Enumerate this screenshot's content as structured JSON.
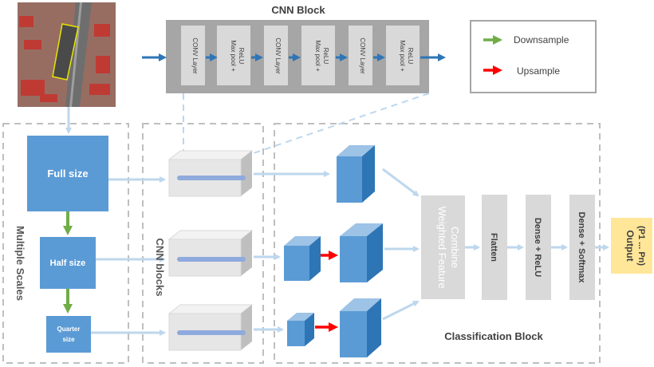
{
  "cnn_block": {
    "title": "CNN Block",
    "layers": [
      {
        "line1": "CONV Layer",
        "line2": ""
      },
      {
        "line1": "Max pool +",
        "line2": "ReLU"
      },
      {
        "line1": "CONV Layer",
        "line2": ""
      },
      {
        "line1": "Max pool +",
        "line2": "ReLU"
      },
      {
        "line1": "CONV Layer",
        "line2": ""
      },
      {
        "line1": "Max pool +",
        "line2": "ReLU"
      }
    ]
  },
  "legend": {
    "downsample": "Downsample",
    "upsample": "Upsample",
    "downsample_color": "#70ad47",
    "upsample_color": "#ff0000"
  },
  "scales": {
    "group_label": "Multiple Scales",
    "full": "Full size",
    "half": "Half size",
    "quarter_line1": "Quarter",
    "quarter_line2": "size"
  },
  "cnn_blocks_label": "CNN blocks",
  "classification": {
    "label": "Classification Block",
    "weighted_line1": "Weighted Feature",
    "weighted_line2": "Combine",
    "flatten": "Flatten",
    "dense_relu": "Dense + ReLU",
    "dense_softmax": "Dense + Softmax"
  },
  "output": {
    "line1": "Output",
    "line2": "(P1 ... Pn)"
  },
  "colors": {
    "scale_blue": "#5b9bd5",
    "arrow_light": "#bdd7ee",
    "arrow_dark": "#2e75b6",
    "panel_gray": "#a6a6a6",
    "box_gray": "#d9d9d9",
    "output_yellow": "#ffe699",
    "dash": "#bfbfbf"
  }
}
